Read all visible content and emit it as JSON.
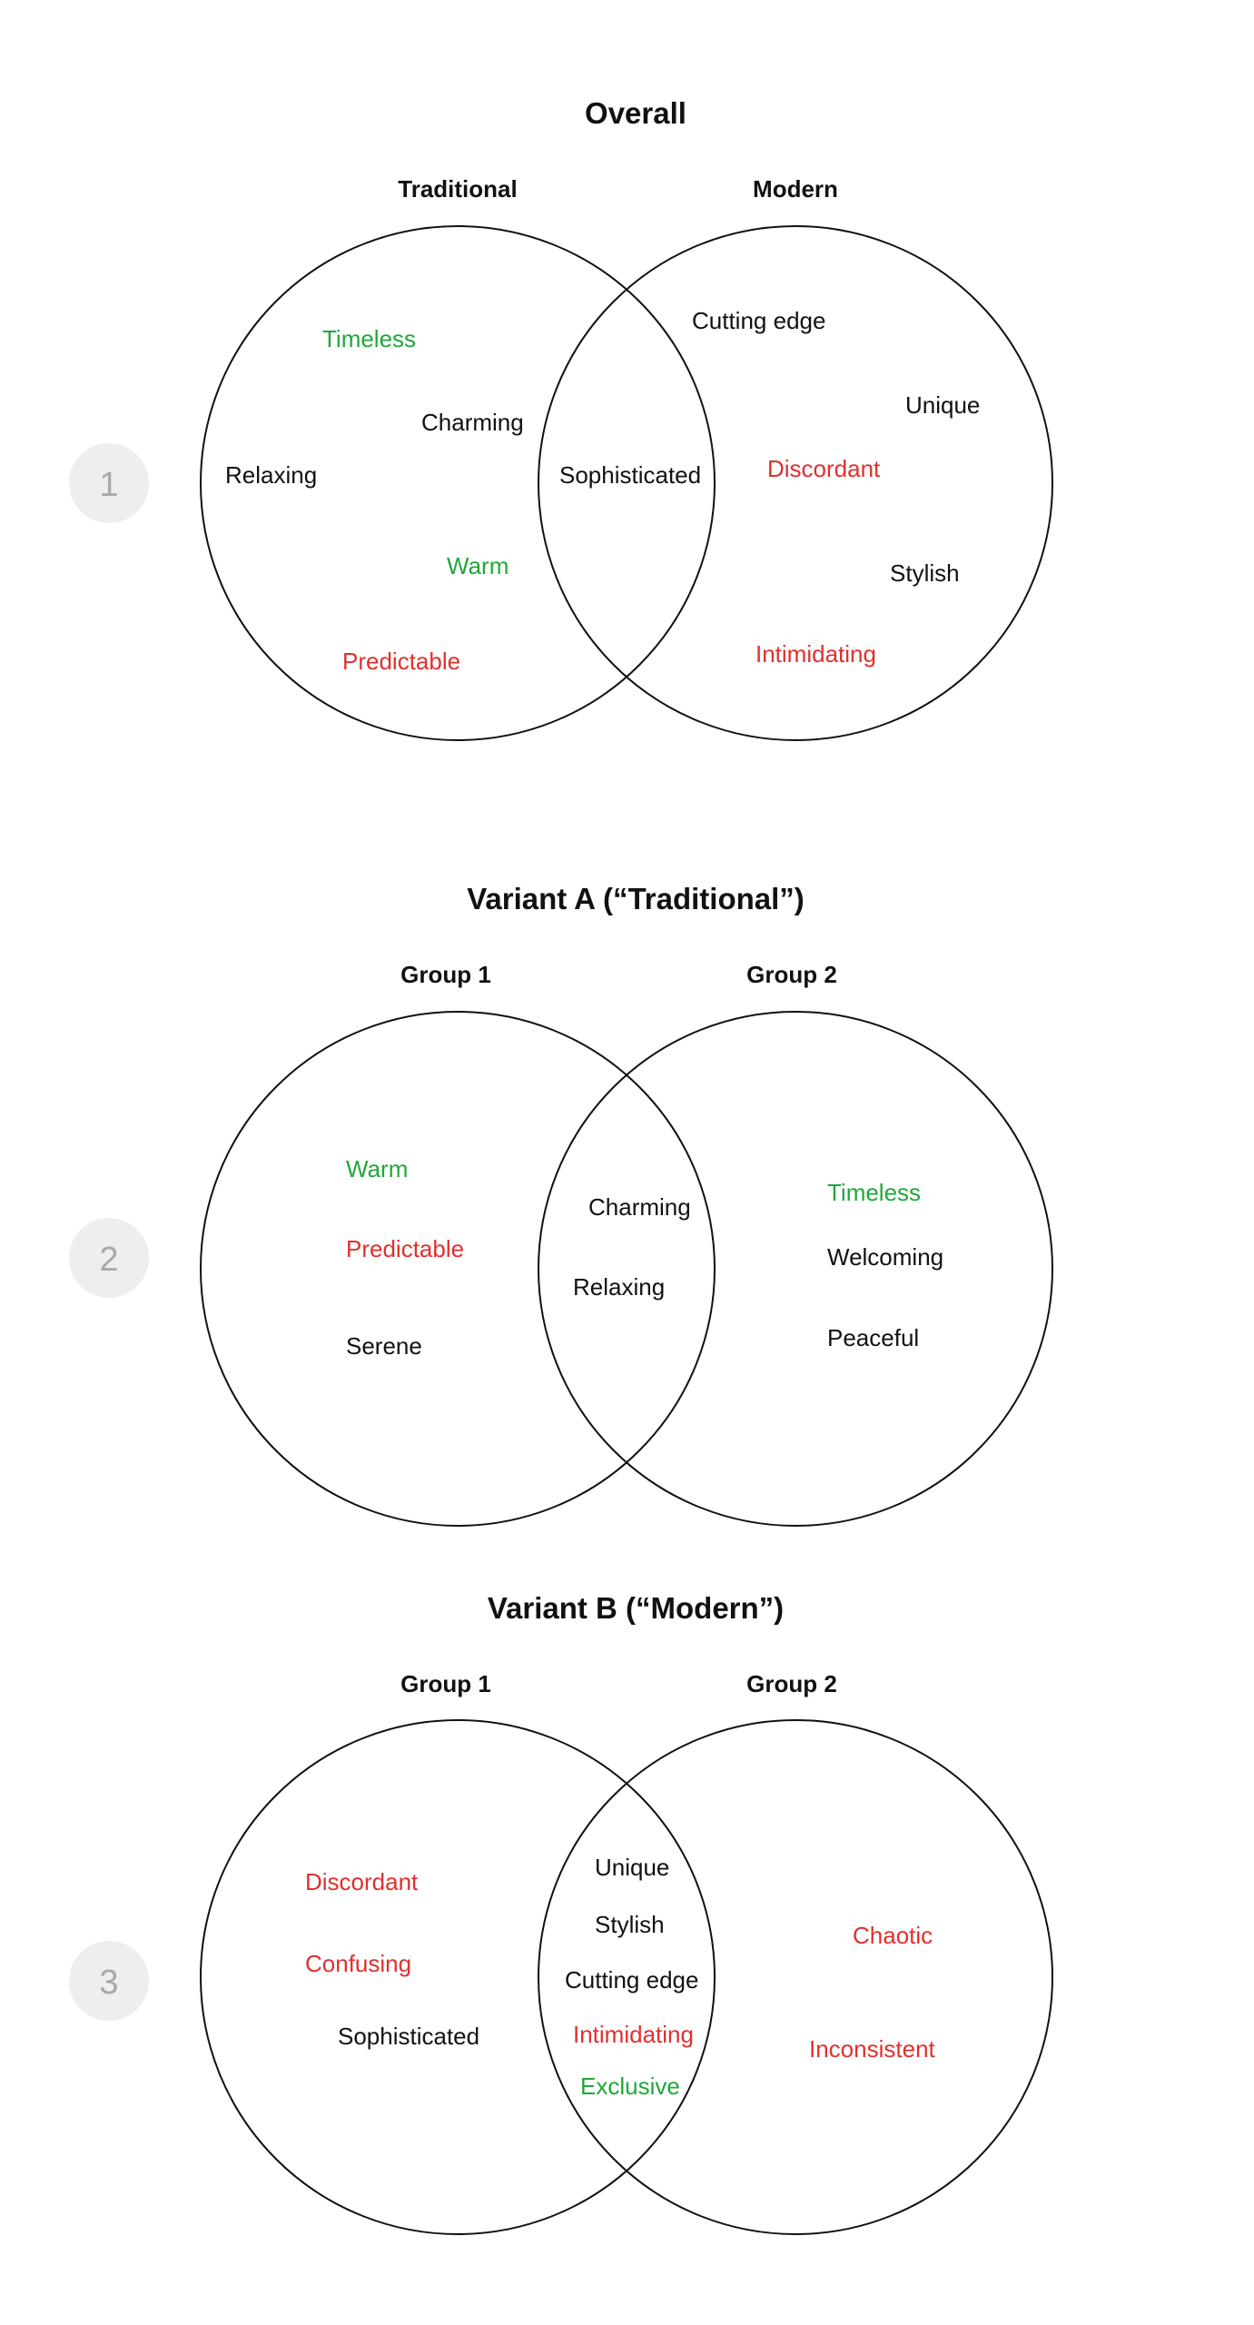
{
  "colors": {
    "neutral": "#111111",
    "positive": "#1fa83a",
    "negative": "#e0302e",
    "step_fill": "#eeeeee",
    "step_text": "#a8a8a8"
  },
  "diagrams": [
    {
      "step": "1",
      "title": "Overall",
      "left_label": "Traditional",
      "right_label": "Modern",
      "words": [
        {
          "text": "Timeless",
          "region": "left",
          "tone": "positive"
        },
        {
          "text": "Charming",
          "region": "left",
          "tone": "neutral"
        },
        {
          "text": "Relaxing",
          "region": "left",
          "tone": "neutral"
        },
        {
          "text": "Warm",
          "region": "left",
          "tone": "positive"
        },
        {
          "text": "Predictable",
          "region": "left",
          "tone": "negative"
        },
        {
          "text": "Sophisticated",
          "region": "overlap",
          "tone": "neutral"
        },
        {
          "text": "Cutting edge",
          "region": "right",
          "tone": "neutral"
        },
        {
          "text": "Unique",
          "region": "right",
          "tone": "neutral"
        },
        {
          "text": "Discordant",
          "region": "right",
          "tone": "negative"
        },
        {
          "text": "Stylish",
          "region": "right",
          "tone": "neutral"
        },
        {
          "text": "Intimidating",
          "region": "right",
          "tone": "negative"
        }
      ]
    },
    {
      "step": "2",
      "title": "Variant A (“Traditional”)",
      "left_label": "Group 1",
      "right_label": "Group 2",
      "words": [
        {
          "text": "Warm",
          "region": "left",
          "tone": "positive"
        },
        {
          "text": "Predictable",
          "region": "left",
          "tone": "negative"
        },
        {
          "text": "Serene",
          "region": "left",
          "tone": "neutral"
        },
        {
          "text": "Charming",
          "region": "overlap",
          "tone": "neutral"
        },
        {
          "text": "Relaxing",
          "region": "overlap",
          "tone": "neutral"
        },
        {
          "text": "Timeless",
          "region": "right",
          "tone": "positive"
        },
        {
          "text": "Welcoming",
          "region": "right",
          "tone": "neutral"
        },
        {
          "text": "Peaceful",
          "region": "right",
          "tone": "neutral"
        }
      ]
    },
    {
      "step": "3",
      "title": "Variant B (“Modern”)",
      "left_label": "Group 1",
      "right_label": "Group 2",
      "words": [
        {
          "text": "Discordant",
          "region": "left",
          "tone": "negative"
        },
        {
          "text": "Confusing",
          "region": "left",
          "tone": "negative"
        },
        {
          "text": "Sophisticated",
          "region": "left",
          "tone": "neutral"
        },
        {
          "text": "Unique",
          "region": "overlap",
          "tone": "neutral"
        },
        {
          "text": "Stylish",
          "region": "overlap",
          "tone": "neutral"
        },
        {
          "text": "Cutting edge",
          "region": "overlap",
          "tone": "neutral"
        },
        {
          "text": "Intimidating",
          "region": "overlap",
          "tone": "negative"
        },
        {
          "text": "Exclusive",
          "region": "overlap",
          "tone": "positive"
        },
        {
          "text": "Chaotic",
          "region": "right",
          "tone": "negative"
        },
        {
          "text": "Inconsistent",
          "region": "right",
          "tone": "negative"
        }
      ]
    }
  ]
}
